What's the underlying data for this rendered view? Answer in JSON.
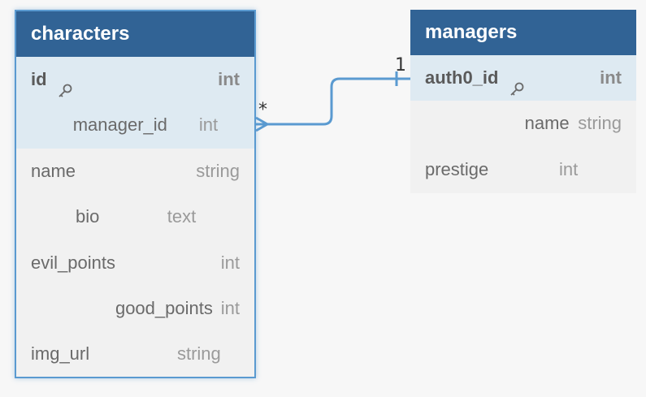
{
  "tables": {
    "characters": {
      "name": "characters",
      "columns": [
        {
          "name": "id",
          "type": "int",
          "pk": true,
          "icon": "key-icon"
        },
        {
          "name": "manager_id",
          "type": "int"
        },
        {
          "name": "name",
          "type": "string"
        },
        {
          "name": "bio",
          "type": "text"
        },
        {
          "name": "evil_points",
          "type": "int"
        },
        {
          "name": "good_points",
          "type": "int"
        },
        {
          "name": "img_url",
          "type": "string"
        }
      ]
    },
    "managers": {
      "name": "managers",
      "columns": [
        {
          "name": "auth0_id",
          "type": "int",
          "pk": true,
          "icon": "key-icon"
        },
        {
          "name": "name",
          "type": "string"
        },
        {
          "name": "prestige",
          "type": "int"
        }
      ]
    }
  },
  "relationship": {
    "from": "characters.manager_id",
    "to": "managers.auth0_id",
    "from_cardinality": "*",
    "to_cardinality": "1"
  },
  "colors": {
    "header": "#316395",
    "highlight_row": "#deeaf2",
    "connector": "#5a9ad0",
    "background": "#f7f7f7"
  }
}
